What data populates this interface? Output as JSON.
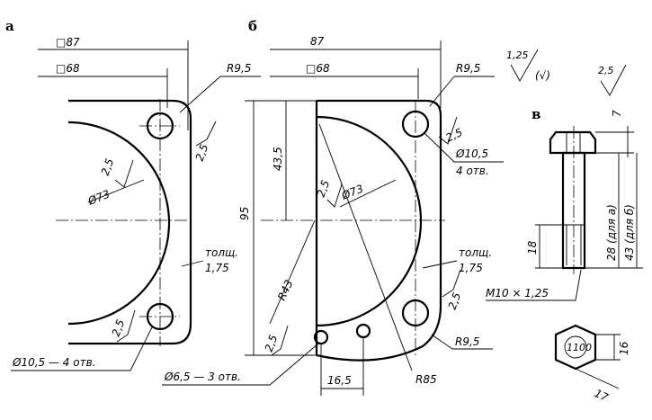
{
  "views": {
    "a": {
      "label": "а",
      "dim_outer": "□87",
      "dim_inner": "□68",
      "corner_radius": "R9,5",
      "roughness_small": "2,5",
      "roughness_side": "2,5",
      "roughness_arc": "2,5",
      "arc_diameter": "Ø73",
      "thickness_label": "толщ.",
      "thickness_value": "1,75",
      "roughness_low": "2,5",
      "holes": "Ø10,5 — 4 отв."
    },
    "b": {
      "label": "б",
      "dim_outer": "87",
      "dim_inner": "□68",
      "corner_radius_top": "R9,5",
      "roughness_hole": "2,5",
      "hole_diameter": "Ø10,5",
      "hole_count": "4 отв.",
      "height": "95",
      "upper_height": "43,5",
      "roughness_arc": "2,5",
      "arc_diameter": "Ø73",
      "thickness_label": "толщ.",
      "thickness_value": "1,75",
      "radius_small": "R43",
      "roughness_side": "2,5",
      "roughness_bottom": "2,5",
      "corner_radius_bottom": "R9,5",
      "small_holes": "Ø6,5 — 3 отв.",
      "spacing": "16,5",
      "radius_large": "R85"
    },
    "c": {
      "label": "в",
      "head_height": "7",
      "length_a": "28 (для а)",
      "length_b": "43 (для б)",
      "thread_length": "18",
      "thread": "M10 × 1,25",
      "across_flats": "17",
      "head_size": "16"
    }
  },
  "surface_finish": {
    "general_value": "1,25",
    "bracket_symbol": "(√)",
    "bolt_value": "2,5"
  }
}
